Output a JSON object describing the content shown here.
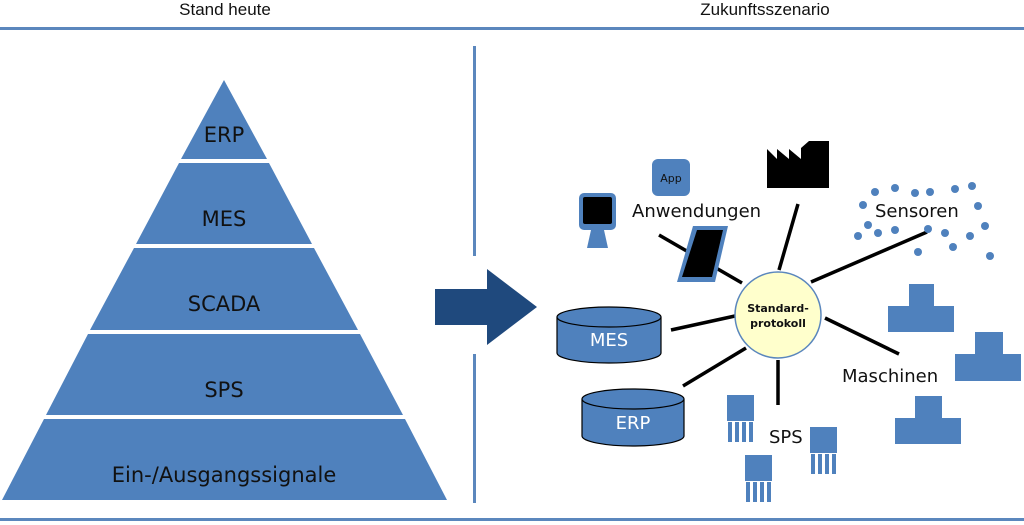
{
  "headings": {
    "left": "Stand heute",
    "right": "Zukunftsszenario"
  },
  "colors": {
    "accent_blue": "#4f81bd",
    "rule_blue": "#5b87bd",
    "arrow_navy": "#1f497d",
    "hub_fill": "#ffffcc",
    "black": "#000000"
  },
  "pyramid": {
    "levels": [
      {
        "label": "ERP"
      },
      {
        "label": "MES"
      },
      {
        "label": "SCADA"
      },
      {
        "label": "SPS"
      },
      {
        "label": "Ein-/Ausgangssignale"
      }
    ]
  },
  "arrow": {
    "icon": "right-arrow-icon",
    "meaning": "transition"
  },
  "network": {
    "hub": {
      "line1": "Standard-",
      "line2": "protokoll"
    },
    "nodes": {
      "anwendungen": {
        "label": "Anwendungen",
        "app_label": "App"
      },
      "sensoren": {
        "label": "Sensoren"
      },
      "maschinen": {
        "label": "Maschinen"
      },
      "sps": {
        "label": "SPS"
      },
      "mes": {
        "label": "MES"
      },
      "erp": {
        "label": "ERP"
      }
    }
  }
}
